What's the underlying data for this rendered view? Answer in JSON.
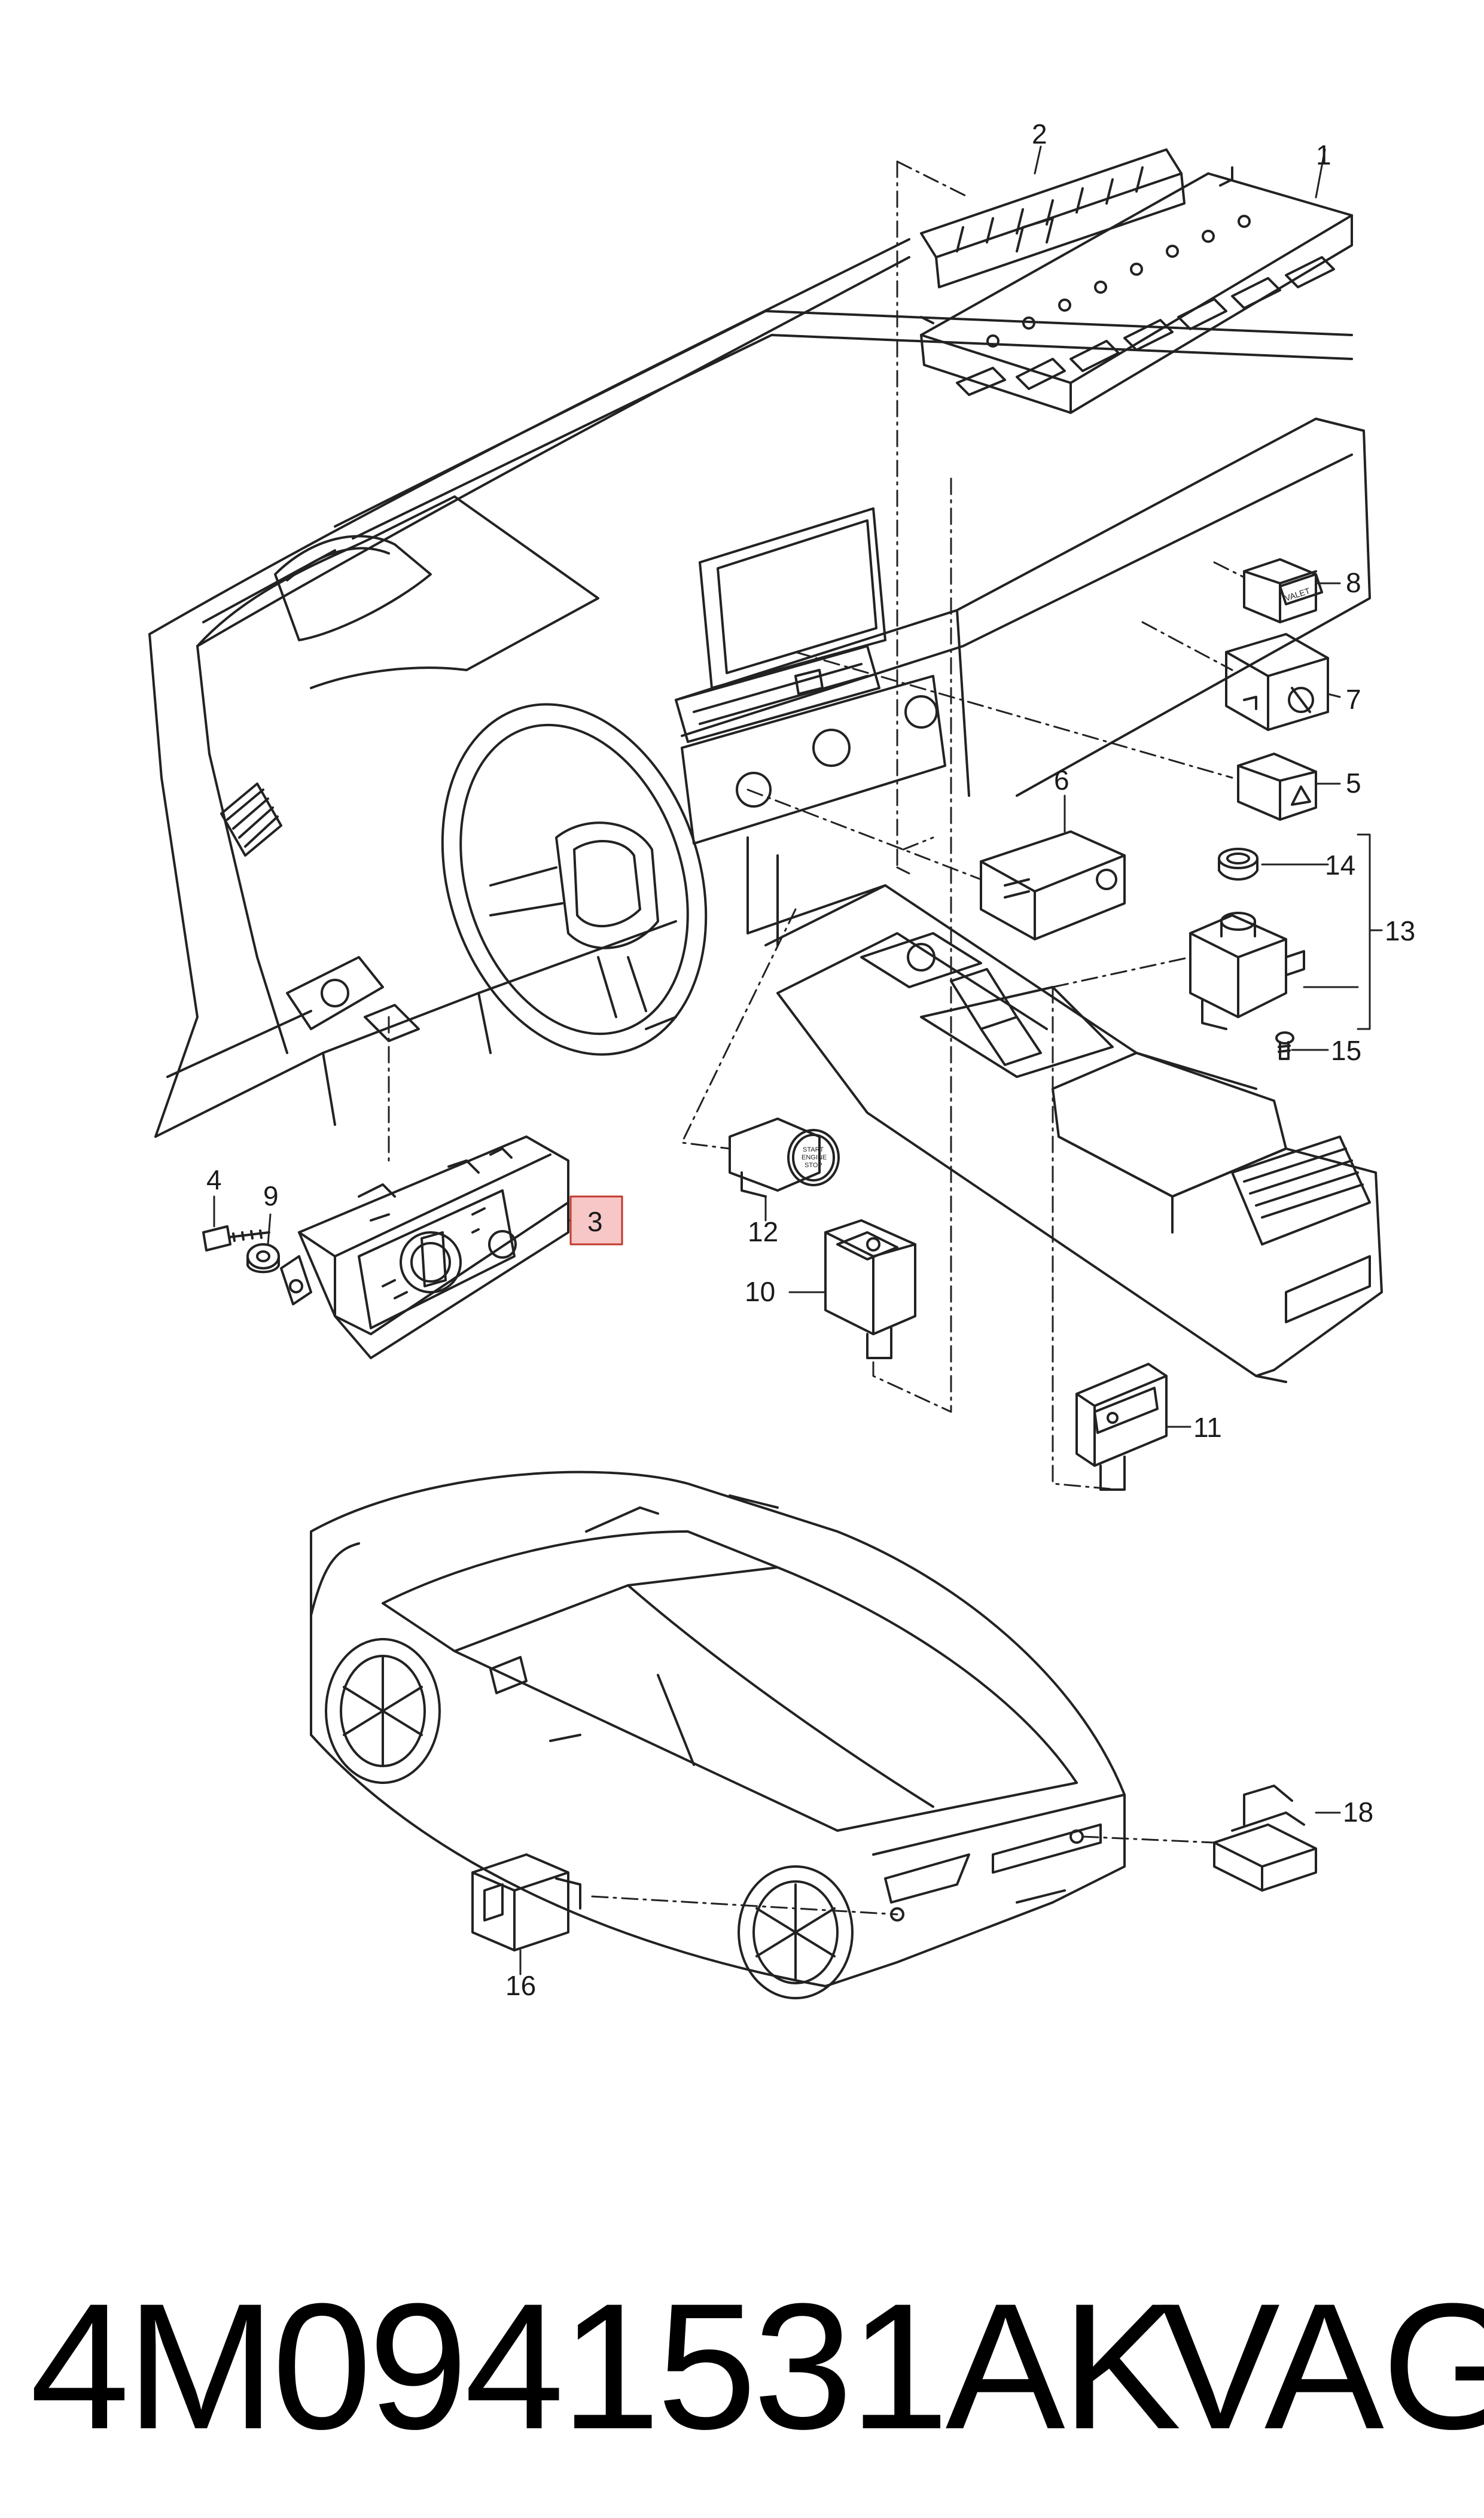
{
  "callouts": {
    "c1": "1",
    "c2": "2",
    "c3": "3",
    "c4": "4",
    "c5": "5",
    "c6": "6",
    "c7": "7",
    "c8": "8",
    "c9": "9",
    "c10": "10",
    "c11": "11",
    "c12": "12",
    "c13": "13",
    "c14": "14",
    "c15": "15",
    "c16": "16",
    "c18": "18"
  },
  "highlight_color": "#f7c7c7",
  "button_text": {
    "valet": "VALET",
    "start_1": "START",
    "start_2": "ENGINE",
    "start_3": "STOP"
  },
  "footer": {
    "part_number": "4M0941531AK",
    "brand": "VAG"
  }
}
